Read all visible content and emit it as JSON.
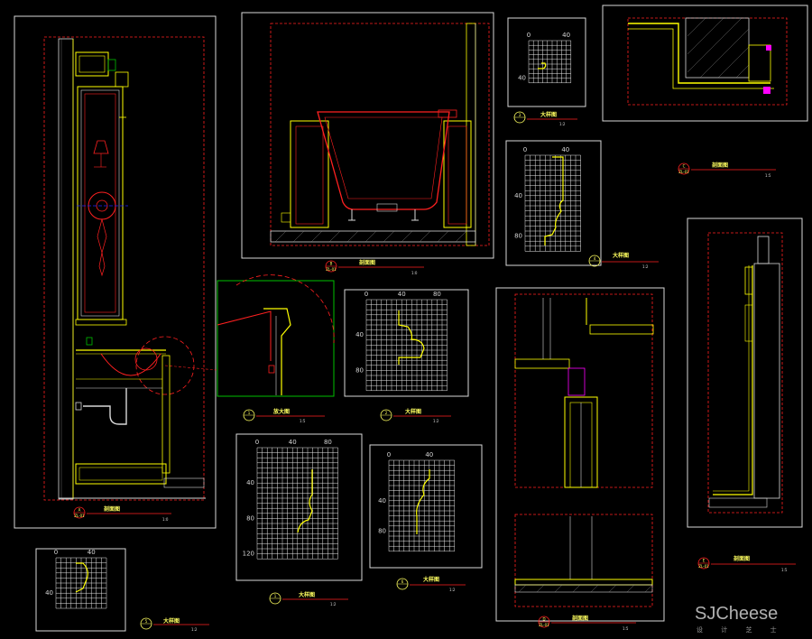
{
  "colors": {
    "background": "#000000",
    "frame": "#d8d8d8",
    "wall": "#ffff00",
    "section_red": "#ff2020",
    "grid": "#e8e8e8",
    "profile": "#ffff00",
    "magenta": "#ff00ff",
    "detail_green": "#00c000",
    "label_yellow": "#ffff60",
    "watermark": "#dcdcdc"
  },
  "views": {
    "A": {
      "letter": "A",
      "ref": "ZL-01",
      "title": "剖面图",
      "scale": "1:0"
    },
    "B": {
      "letter": "B",
      "ref": "ZL-01",
      "title": "剖面图",
      "scale": "1:0"
    },
    "C": {
      "letter": "C",
      "ref": "ZL-01",
      "title": "剖面图",
      "scale": "1:5"
    },
    "D": {
      "letter": "D",
      "ref": "ZL-01",
      "title": "剖面图",
      "scale": "1:5"
    },
    "E": {
      "letter": "E",
      "ref": "ZL-01",
      "title": "剖面图",
      "scale": "1:5"
    }
  },
  "details": {
    "d1": {
      "num": "1",
      "title": "放大图",
      "scale": "1:5"
    },
    "d2": {
      "num": "2",
      "title": "大样图",
      "scale": "1:2"
    },
    "d3": {
      "num": "3",
      "title": "大样图",
      "scale": "1:2"
    },
    "d4": {
      "num": "4",
      "title": "大样图",
      "scale": "1:2"
    },
    "d5": {
      "num": "5",
      "title": "大样图",
      "scale": "1:2"
    },
    "d6": {
      "num": "6",
      "title": "大样图",
      "scale": "1:2"
    },
    "d7": {
      "num": "1",
      "title": "大样图",
      "scale": "1:2"
    }
  },
  "grid_labels": {
    "d3": {
      "top": [
        "0",
        "40"
      ],
      "left": [
        "40"
      ]
    },
    "d4": {
      "top": [
        "0",
        "40"
      ],
      "left": [
        "40",
        "80"
      ]
    },
    "d2": {
      "top": [
        "0",
        "40",
        "80"
      ],
      "left": [
        "40",
        "80"
      ]
    },
    "d7": {
      "top": [
        "0",
        "40",
        "80"
      ],
      "left": [
        "40",
        "80",
        "120"
      ]
    },
    "d6": {
      "top": [
        "0",
        "40"
      ],
      "left": [
        "40",
        "80"
      ]
    },
    "d5": {
      "top": [
        "0",
        "40"
      ],
      "left": [
        "40"
      ]
    }
  },
  "watermark": {
    "brand": "SJCheese",
    "sub": "设 计 芝 士"
  }
}
